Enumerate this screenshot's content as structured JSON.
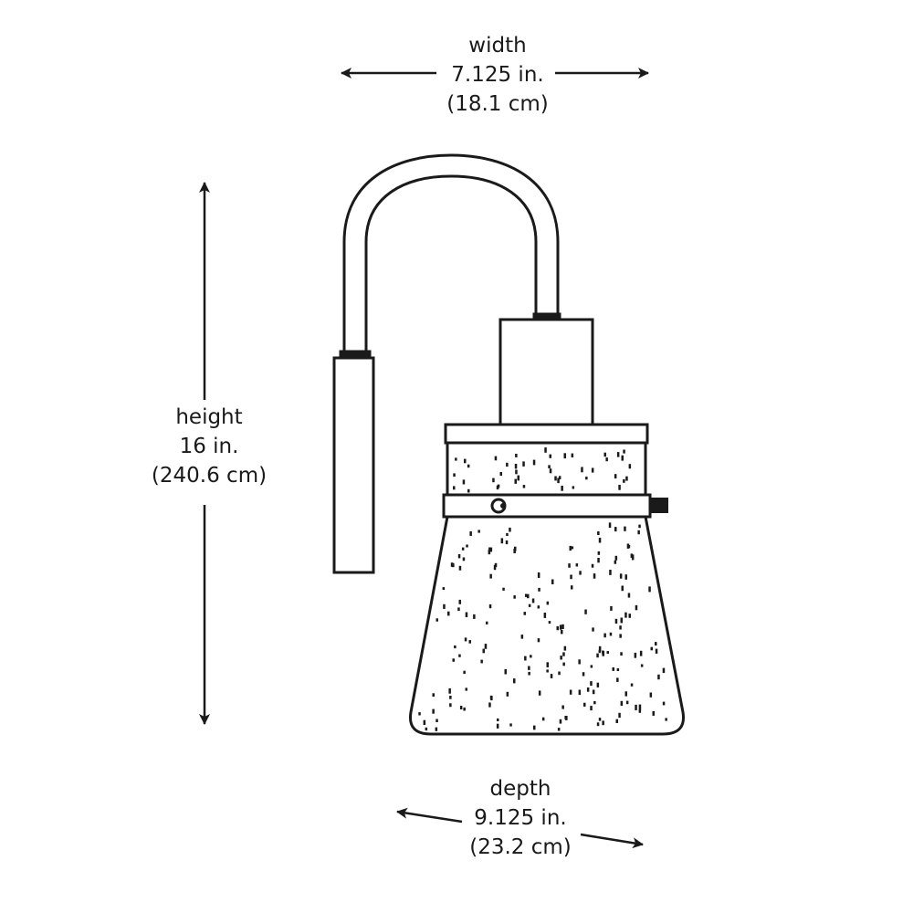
{
  "dimensions": {
    "width": {
      "label": "width",
      "imperial": "7.125 in.",
      "metric": "(18.1 cm)"
    },
    "height": {
      "label": "height",
      "imperial": "16 in.",
      "metric": "(240.6 cm)"
    },
    "depth": {
      "label": "depth",
      "imperial": "9.125 in.",
      "metric": "(23.2 cm)"
    }
  },
  "colors": {
    "line": "#1a1a1a",
    "background": "#ffffff"
  },
  "icons": [
    "wall-sconce-lamp-icon",
    "double-arrow-icon"
  ]
}
